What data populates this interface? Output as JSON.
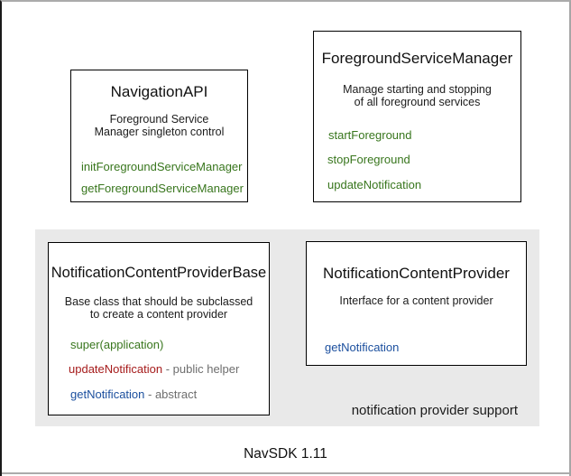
{
  "colors": {
    "green": "#38761d",
    "red": "#a61c1c",
    "blue": "#1b4f9e",
    "gray": "#6e6e6e",
    "panel_bg": "#e9e9e9"
  },
  "caption": "NavSDK 1.11",
  "panel": {
    "label": "notification provider support"
  },
  "boxes": {
    "navigation_api": {
      "title": "NavigationAPI",
      "desc1": "Foreground Service",
      "desc2": "Manager singleton control",
      "methods": [
        {
          "name": "initForegroundServiceManager",
          "suffix": "",
          "color": "green"
        },
        {
          "name": "getForegroundServiceManager",
          "suffix": "",
          "color": "green"
        }
      ]
    },
    "foreground_service_manager": {
      "title": "ForegroundServiceManager",
      "desc1": "Manage starting and stopping",
      "desc2": "of all foreground services",
      "methods": [
        {
          "name": "startForeground",
          "suffix": "",
          "color": "green"
        },
        {
          "name": "stopForeground",
          "suffix": "",
          "color": "green"
        },
        {
          "name": "updateNotification",
          "suffix": "",
          "color": "green"
        }
      ]
    },
    "notification_content_provider_base": {
      "title": "NotificationContentProviderBase",
      "desc1": "Base class that should be subclassed",
      "desc2": "to create a content provider",
      "methods": [
        {
          "name": "super(application)",
          "suffix": "",
          "color": "green"
        },
        {
          "name": "updateNotification",
          "suffix": " - public helper",
          "color": "red"
        },
        {
          "name": "getNotification",
          "suffix": " - abstract",
          "color": "blue"
        }
      ]
    },
    "notification_content_provider": {
      "title": "NotificationContentProvider",
      "desc1": "Interface for a content provider",
      "methods": [
        {
          "name": "getNotification",
          "suffix": "",
          "color": "blue"
        }
      ]
    }
  }
}
